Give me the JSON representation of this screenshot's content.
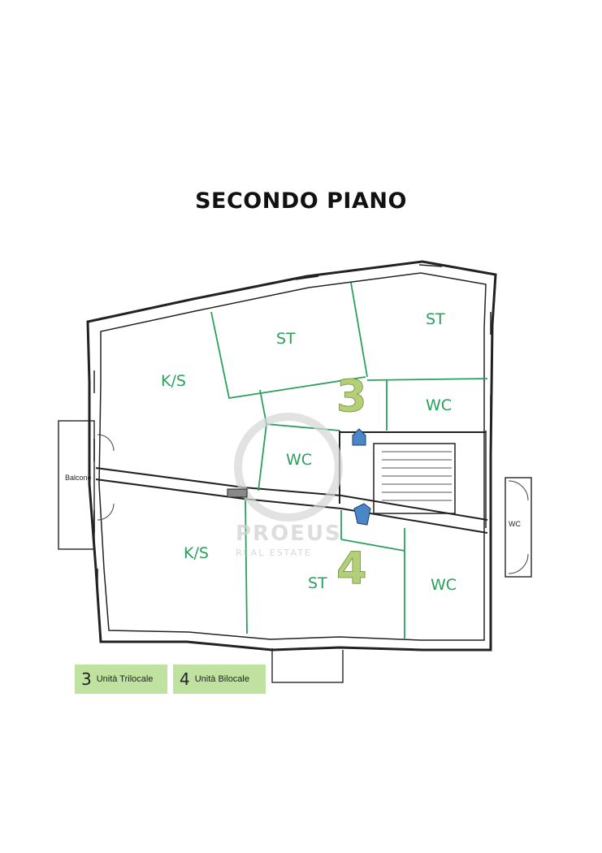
{
  "title": "SECONDO PIANO",
  "rooms": {
    "ks_upper": "K/S",
    "st_upper_mid": "ST",
    "st_upper_right": "ST",
    "wc_upper_right": "WC",
    "wc_upper_mid": "WC",
    "ks_lower": "K/S",
    "st_lower": "ST",
    "wc_lower": "WC",
    "wc_service": "WC"
  },
  "unit_numbers": {
    "unit3": "3",
    "unit4": "4"
  },
  "labels": {
    "balcone": "Balcone"
  },
  "watermark": {
    "brand": "PROEUS",
    "sub": "REAL ESTATE"
  },
  "legend": [
    {
      "number": "3",
      "text": "Unità Trilocale"
    },
    {
      "number": "4",
      "text": "Unità Bilocale"
    }
  ],
  "colors": {
    "wall": "#222222",
    "partition": "#2aa05c",
    "legend_bg": "#bfe2a0",
    "marker": "#4a86c8"
  }
}
